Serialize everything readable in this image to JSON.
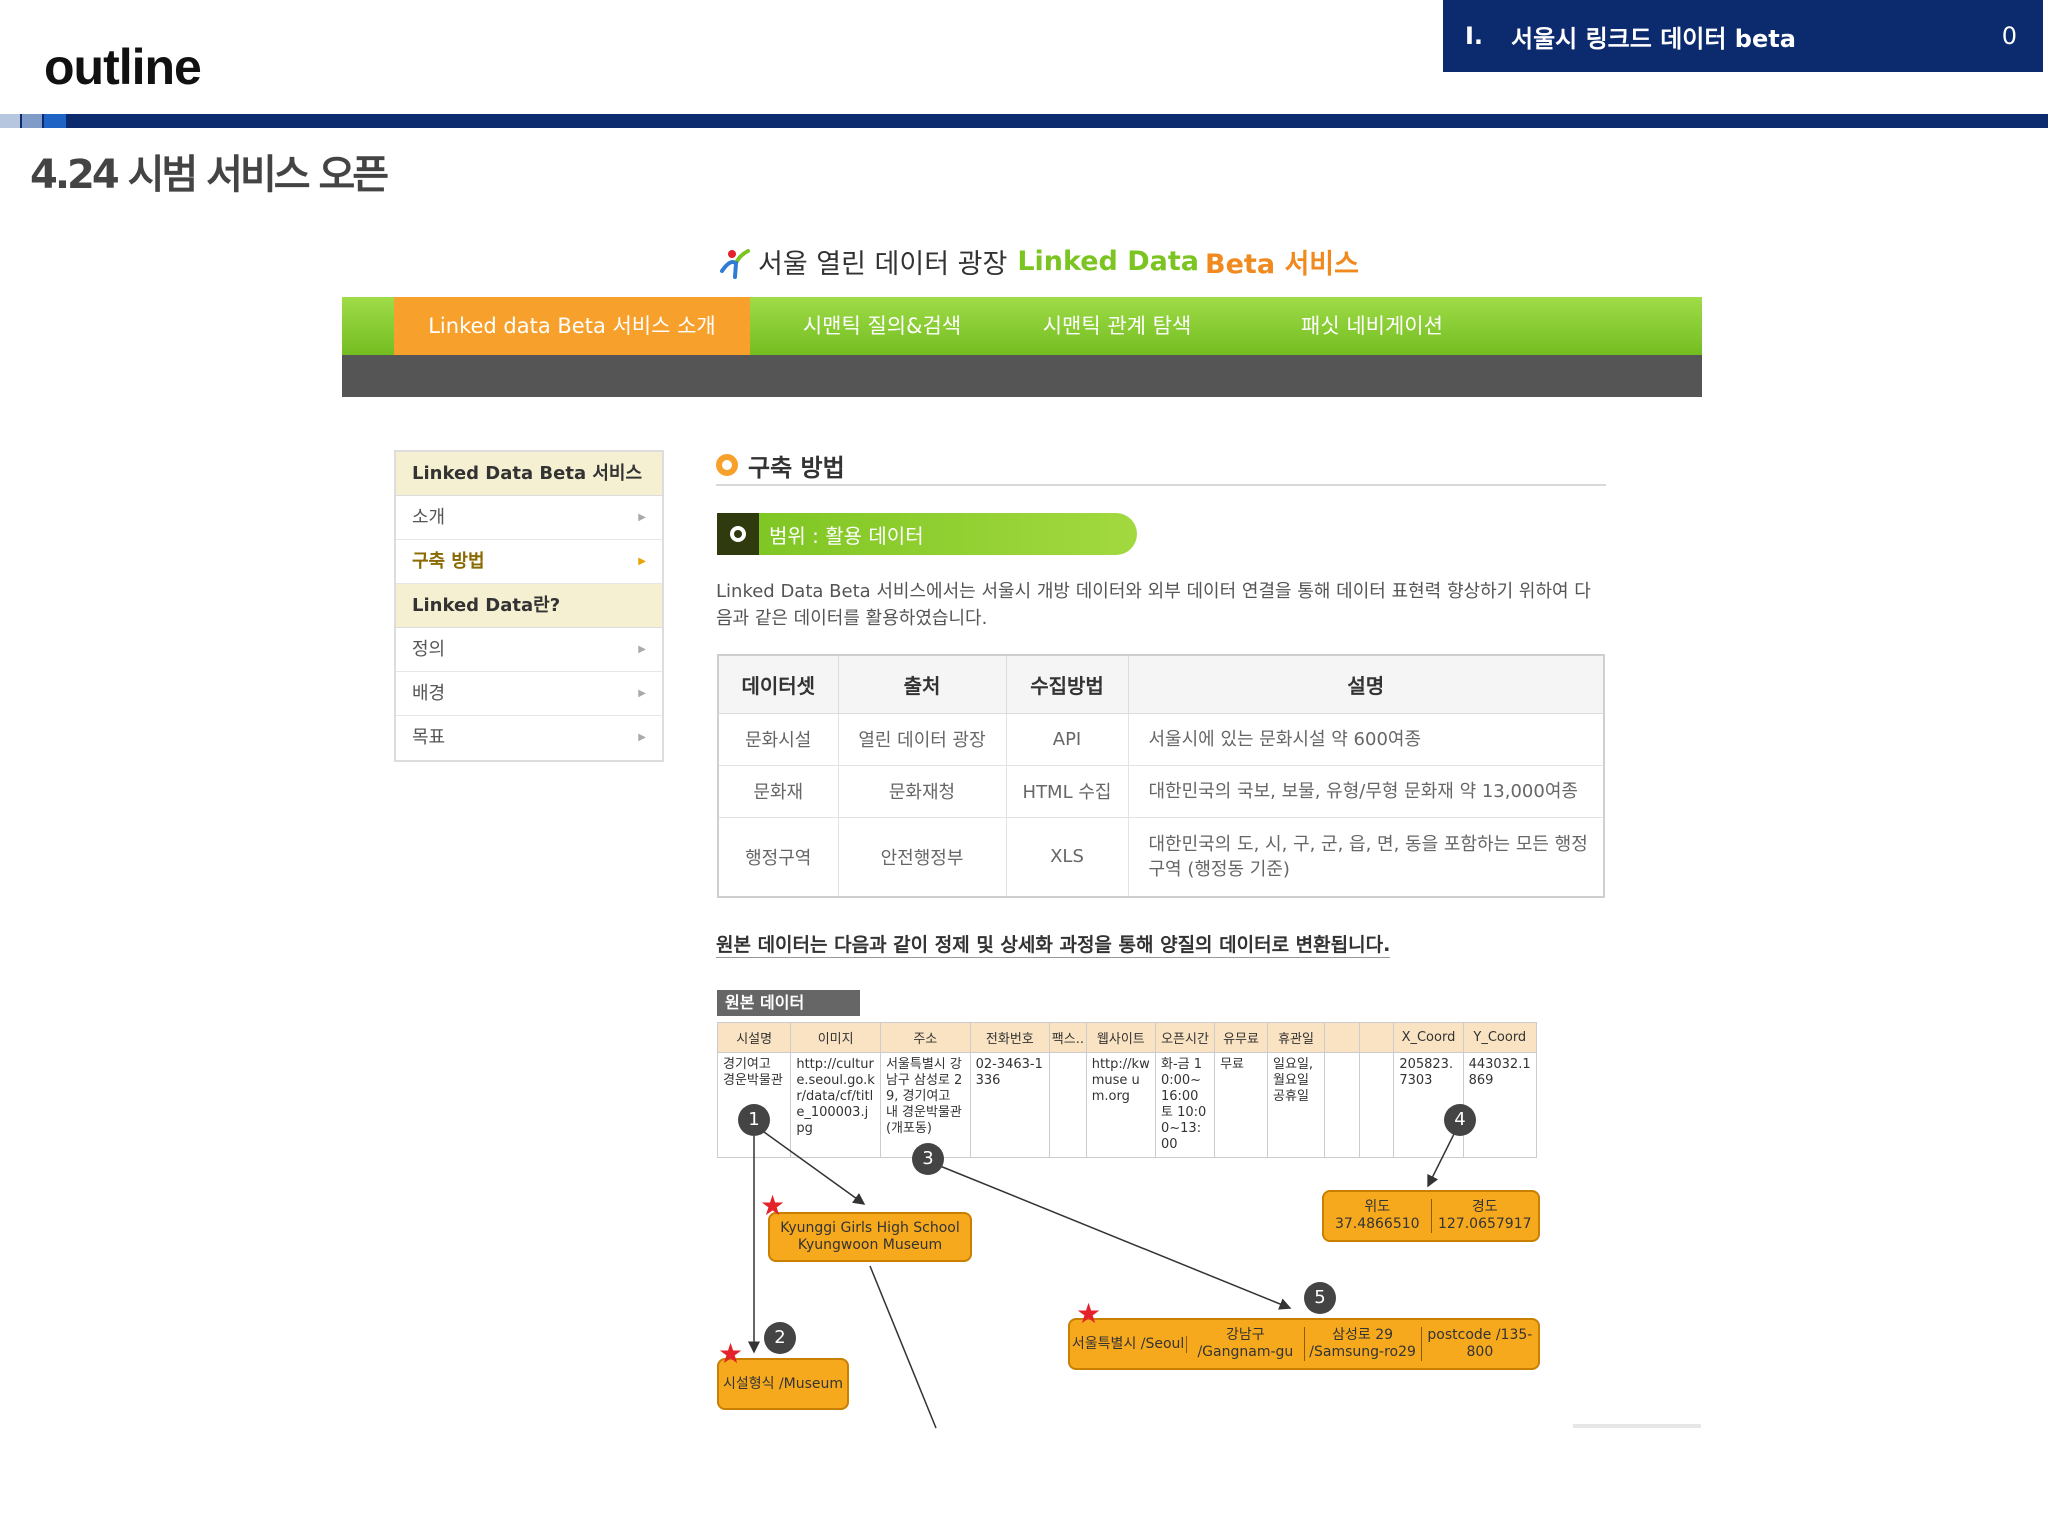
{
  "slide": {
    "title": "outline",
    "chapter_num": "I.",
    "chapter_title": "서울시 링크드 데이터 beta",
    "page_num": "0",
    "section_title": "4.24 시범 서비스 오픈"
  },
  "site": {
    "title_prefix": "서울 열린 데이터 광장",
    "title_green": "Linked Data",
    "title_orange": "Beta 서비스",
    "nav": [
      {
        "label": "Linked data Beta 서비스 소개",
        "active": true
      },
      {
        "label": "시맨틱 질의&검색",
        "active": false
      },
      {
        "label": "시맨틱 관계 탐색",
        "active": false
      },
      {
        "label": "패싯 네비게이션",
        "active": false
      }
    ]
  },
  "sidebar": {
    "items": [
      {
        "label": "Linked Data Beta 서비스",
        "type": "head"
      },
      {
        "label": "소개",
        "type": "item"
      },
      {
        "label": "구축 방법",
        "type": "current"
      },
      {
        "label": "Linked Data란?",
        "type": "head"
      },
      {
        "label": "정의",
        "type": "item"
      },
      {
        "label": "배경",
        "type": "item"
      },
      {
        "label": "목표",
        "type": "item"
      }
    ]
  },
  "content": {
    "heading": "구축 방법",
    "scope": "범위 : 활용 데이터",
    "intro": "Linked Data Beta 서비스에서는 서울시 개방 데이터와 외부 데이터 연결을 통해 데이터 표현력 향상하기 위하여 다음과 같은 데이터를 활용하였습니다.",
    "table": {
      "headers": [
        "데이터셋",
        "출처",
        "수집방법",
        "설명"
      ],
      "rows": [
        [
          "문화시설",
          "열린 데이터 광장",
          "API",
          "서울시에 있는 문화시설 약 600여종"
        ],
        [
          "문화재",
          "문화재청",
          "HTML 수집",
          "대한민국의 국보, 보물, 유형/무형 문화재 약 13,000여종"
        ],
        [
          "행정구역",
          "안전행정부",
          "XLS",
          "대한민국의 도, 시, 구, 군, 읍, 면, 동을 포함하는 모든 행정구역 (행정동 기준)"
        ]
      ]
    },
    "convert_note": "원본 데이터는 다음과 같이 정제 및 상세화 과정을 통해 양질의 데이터로 변환됩니다.",
    "raw": {
      "label": "원본 데이터",
      "headers": [
        "시설명",
        "이미지",
        "주소",
        "전화번호",
        "팩스..",
        "웹사이트",
        "오픈시간",
        "유무료",
        "휴관일",
        "",
        "",
        "X_Coord",
        "Y_Coord"
      ],
      "row": [
        "경기여고 경운박물관",
        "http://culture.seoul.go.kr/data/cf/title_100003.jpg",
        "서울특별시 강남구 삼성로 29, 경기여고 내 경운박물관 (개포동)",
        "02-3463-1336",
        "",
        "http://kwmuse um.org",
        "화-금 10:00~16:00토 10:00~13:00",
        "무료",
        "일요일, 월요일공휴일",
        "",
        "",
        "205823.7303",
        "443032.1869"
      ]
    },
    "diagram": {
      "badges": [
        "1",
        "2",
        "3",
        "4",
        "5"
      ],
      "school": "Kyunggi Girls High School Kyungwoon Museum",
      "type": "시설형식 /Museum",
      "lat_label": "위도",
      "lat": "37.4866510",
      "lng_label": "경도",
      "lng": "127.0657917",
      "addr": [
        "서울특별시 /Seoul",
        "강남구 /Gangnam-gu",
        "삼성로 29 /Samsung-ro29",
        "postcode /135-800"
      ]
    }
  },
  "colors": {
    "navy": "#0c2a6e",
    "green": "#7cc421",
    "orange": "#f7a02c"
  }
}
